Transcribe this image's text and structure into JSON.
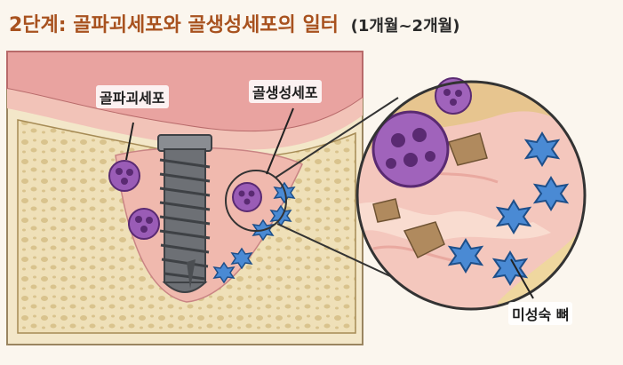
{
  "title": {
    "main": "2단계: 골파괴세포와 골생성세포의 일터",
    "sub": "(1개월~2개월)"
  },
  "labels": {
    "osteoclast": "골파괴세포",
    "osteoblast": "골생성세포",
    "immature_bone": "미성숙 뼈"
  },
  "colors": {
    "title": "#a8521f",
    "bone": "#efe0b8",
    "gum": "#e89a9a",
    "osteoclast": "#8c4fa6",
    "osteoblast": "#3f80c8"
  }
}
